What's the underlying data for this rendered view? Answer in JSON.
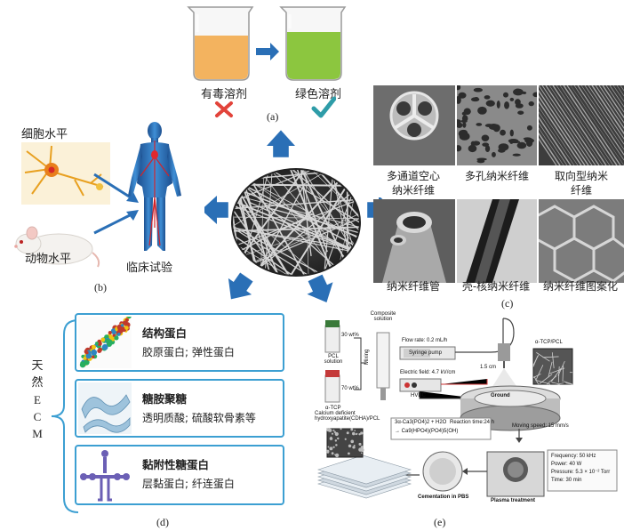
{
  "panel_a": {
    "label": "(a)",
    "toxic_solvent": "有毒溶剂",
    "green_solvent": "绿色溶剂",
    "colors": {
      "toxic": "#f3b35f",
      "green": "#8cc63f",
      "cross": "#e2433a",
      "check": "#2e9ca8"
    }
  },
  "panel_b": {
    "label": "(b)",
    "cell_level": "细胞水平",
    "animal_level": "动物水平",
    "clinical_trial": "临床试验"
  },
  "panel_c": {
    "label": "(c)",
    "items": [
      {
        "caption": "多通道空心\n纳米纤维"
      },
      {
        "caption": "多孔纳米纤维"
      },
      {
        "caption": "取向型纳米\n纤维"
      },
      {
        "caption": "纳米纤维管"
      },
      {
        "caption": "壳-核纳米纤维"
      },
      {
        "caption": "纳米纤维图案化"
      }
    ]
  },
  "panel_d": {
    "label": "(d)",
    "side_title": [
      "天",
      "然",
      "E",
      "C",
      "M"
    ],
    "groups": [
      {
        "title": "结构蛋白",
        "sub": "胶原蛋白; 弹性蛋白"
      },
      {
        "title": "糖胺聚糖",
        "sub": "透明质酸; 硫酸软骨素等"
      },
      {
        "title": "黏附性糖蛋白",
        "sub": "层黏蛋白; 纤连蛋白"
      }
    ]
  },
  "panel_e": {
    "label": "(e)",
    "pcl_solution": "PCL\nsolution",
    "pct30": "30 wt%",
    "pct70": "70 wt%",
    "tcp": "α-TCP",
    "mixing": "Mixing",
    "composite": "Composite\nsolution",
    "flow_rate": "Flow rate: 0.2 mL/h",
    "syringe_pump": "Syringe pump",
    "electric_field": "Electric field: 4.7 kV/cm",
    "hvdc": "HVDC",
    "ground": "Ground",
    "distance": "1.5 cm",
    "moving_speed": "Moving speed: 15 mm/s",
    "tcp_pcl": "α-TCP/PCL",
    "calcium_label": "Calcium deficient\nhydroxyapatite(CDHA)/PCL",
    "reaction_eq1": "3α-Ca3(PO4)2 + H2O",
    "reaction_eq2": "→ Ca9(HPO4)(PO4)5(OH)",
    "reaction_time": "Reaction time:24 h",
    "cementation": "Cementation in PBS",
    "plasma": "Plasma treatment",
    "plasma_params": [
      "Frequency: 50 kHz",
      "Power: 40 W",
      "Pressure: 5.3 × 10⁻² Torr",
      "Time: 30 min"
    ]
  },
  "arrow_color": "#2a6fb6"
}
